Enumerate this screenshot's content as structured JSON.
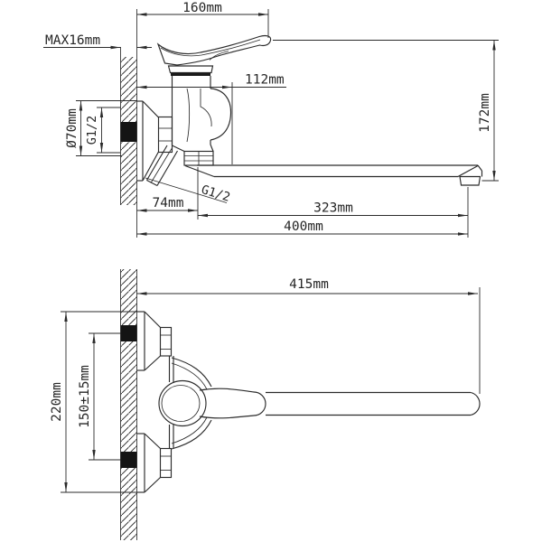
{
  "colors": {
    "line": "#2b2b2b",
    "black_fill": "#141414",
    "background": "#ffffff"
  },
  "labels": {
    "d160": "160mm",
    "max16": "MAX16mm",
    "d112": "112mm",
    "d70": "Ø70mm",
    "g12_wall": "G1/2",
    "g12_spout": "G1/2",
    "d74": "74mm",
    "d323": "323mm",
    "d400": "400mm",
    "d172": "172mm",
    "d415": "415mm",
    "d220": "220mm",
    "d150": "150±15mm"
  }
}
